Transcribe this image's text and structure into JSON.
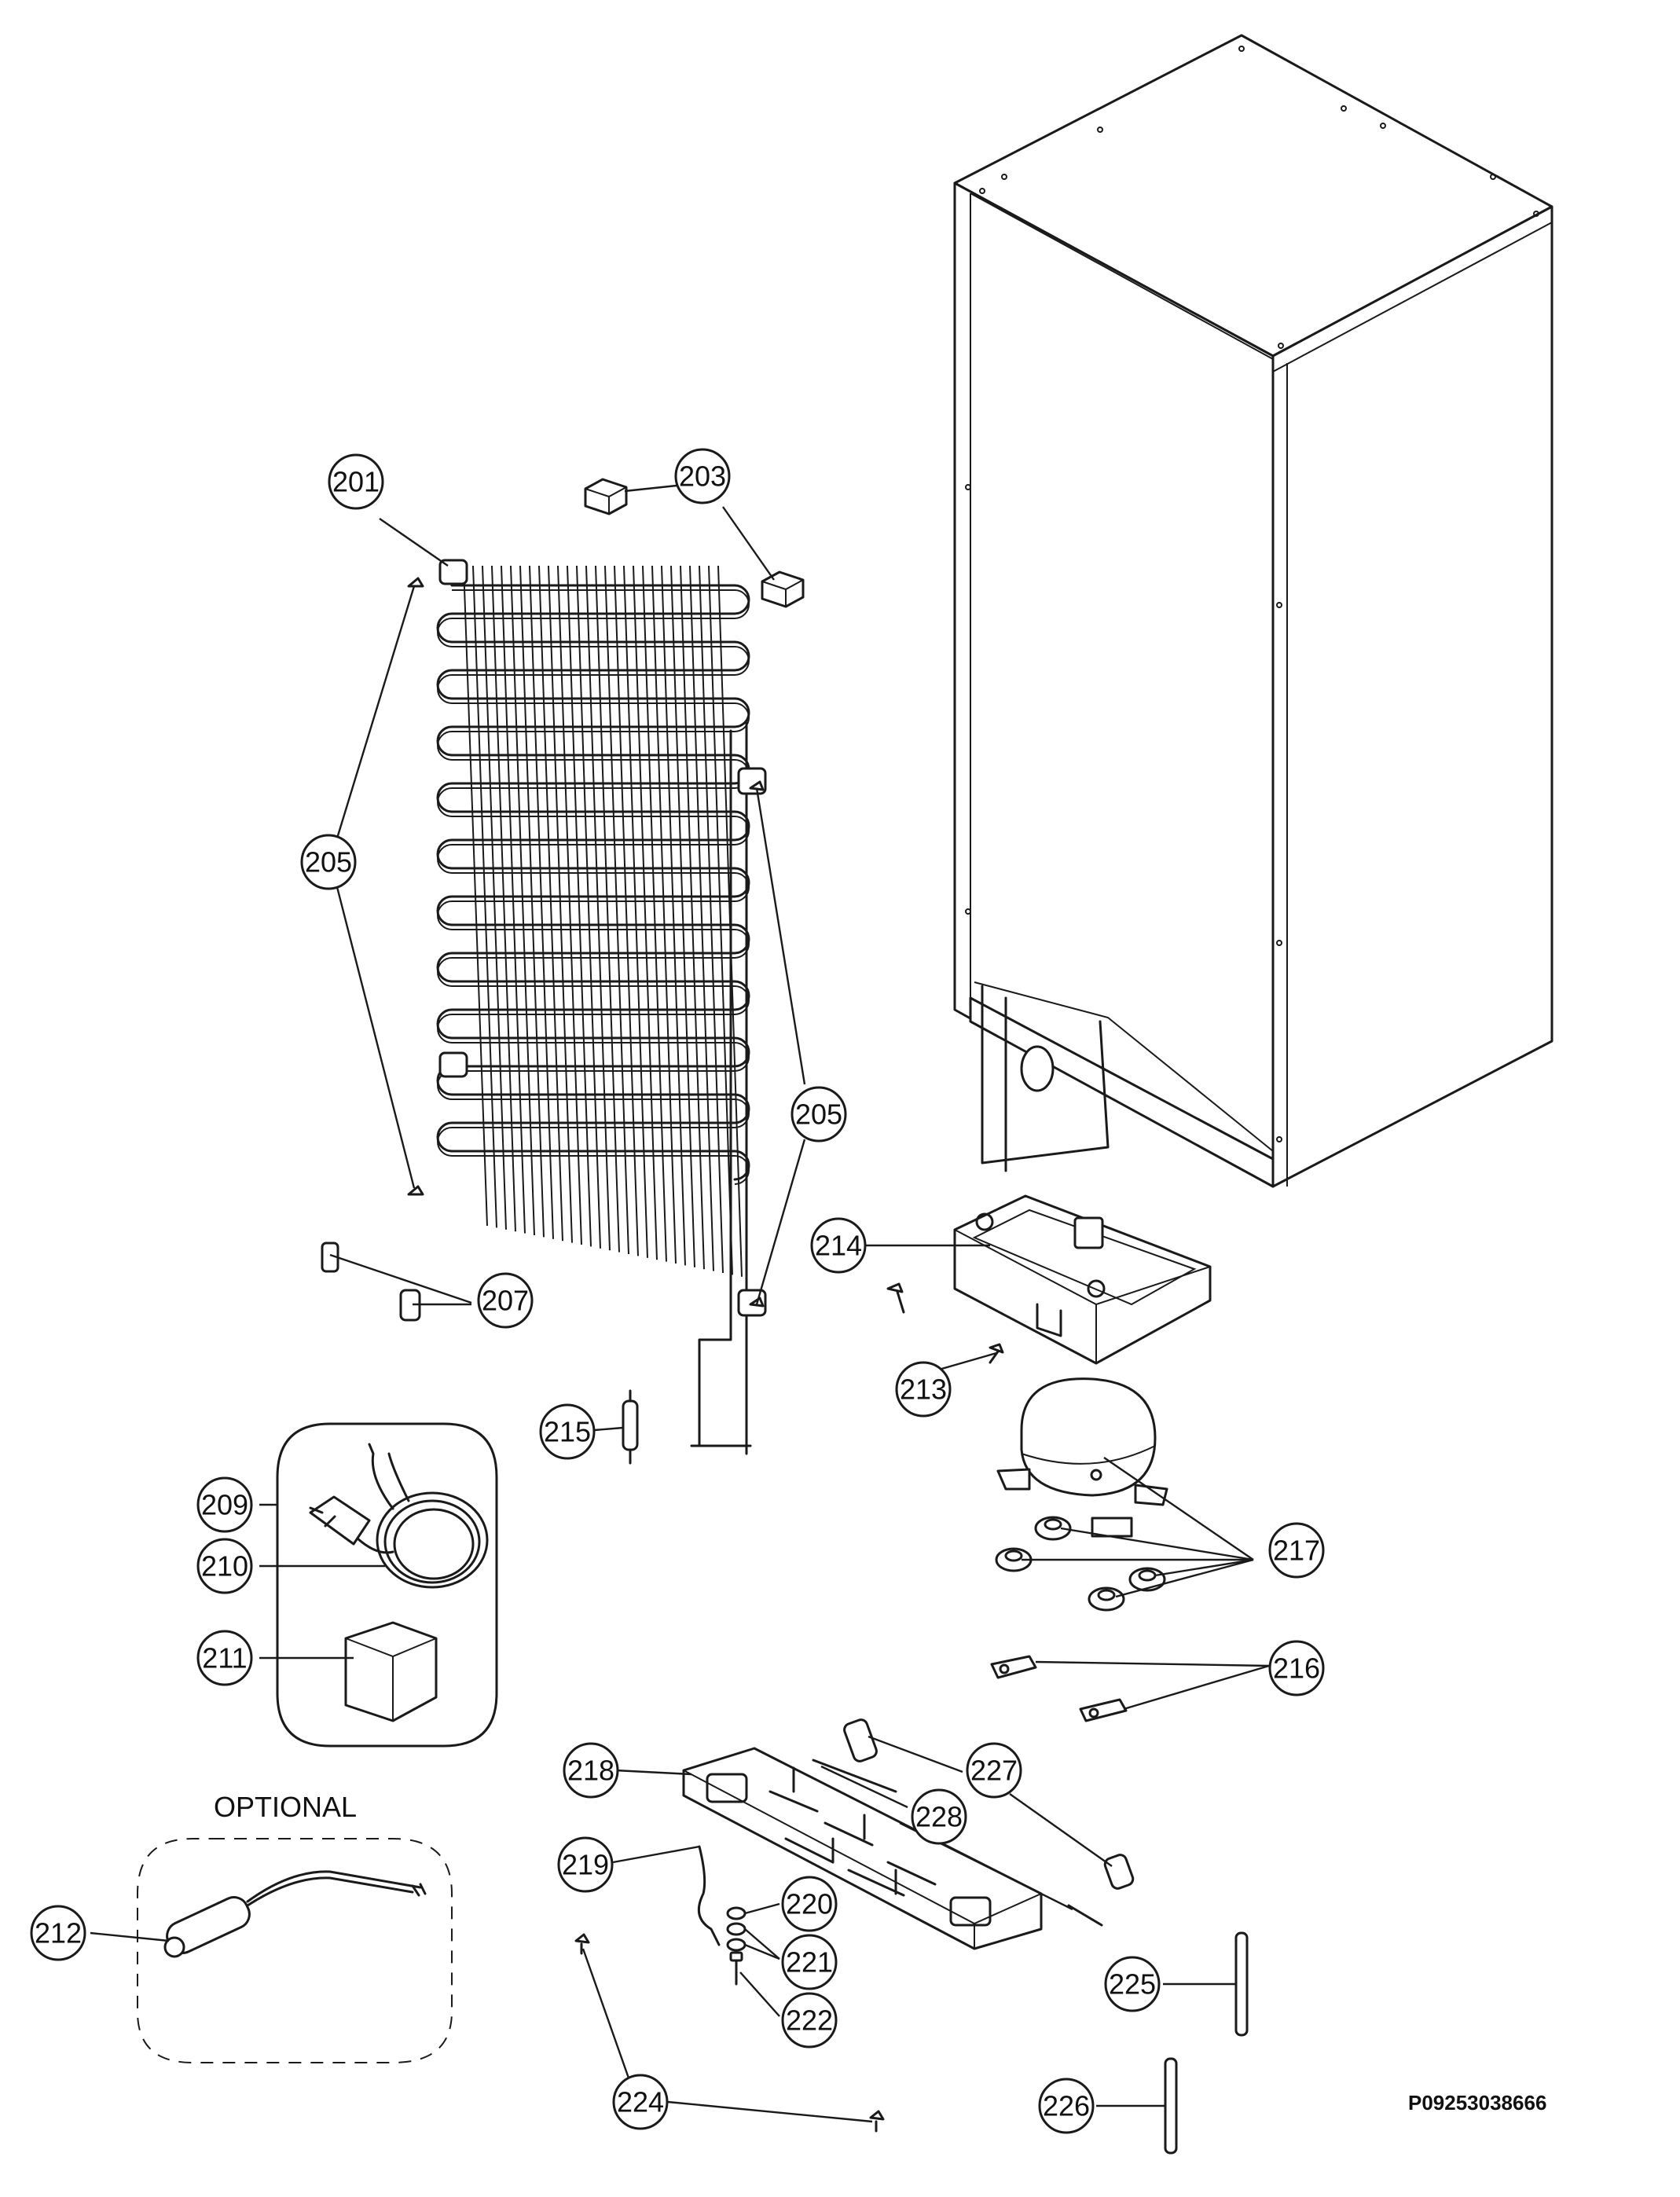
{
  "labels": {
    "optional": "OPTIONAL",
    "drawing_code": "P09253038666"
  },
  "callouts": [
    {
      "id": "c201",
      "text": "201"
    },
    {
      "id": "c203",
      "text": "203"
    },
    {
      "id": "c205a",
      "text": "205"
    },
    {
      "id": "c205b",
      "text": "205"
    },
    {
      "id": "c207",
      "text": "207"
    },
    {
      "id": "c209",
      "text": "209"
    },
    {
      "id": "c210",
      "text": "210"
    },
    {
      "id": "c211",
      "text": "211"
    },
    {
      "id": "c212",
      "text": "212"
    },
    {
      "id": "c213",
      "text": "213"
    },
    {
      "id": "c214",
      "text": "214"
    },
    {
      "id": "c215",
      "text": "215"
    },
    {
      "id": "c216",
      "text": "216"
    },
    {
      "id": "c217",
      "text": "217"
    },
    {
      "id": "c218",
      "text": "218"
    },
    {
      "id": "c219",
      "text": "219"
    },
    {
      "id": "c220",
      "text": "220"
    },
    {
      "id": "c221",
      "text": "221"
    },
    {
      "id": "c222",
      "text": "222"
    },
    {
      "id": "c224",
      "text": "224"
    },
    {
      "id": "c225",
      "text": "225"
    },
    {
      "id": "c226",
      "text": "226"
    },
    {
      "id": "c227",
      "text": "227"
    },
    {
      "id": "c228",
      "text": "228"
    }
  ]
}
